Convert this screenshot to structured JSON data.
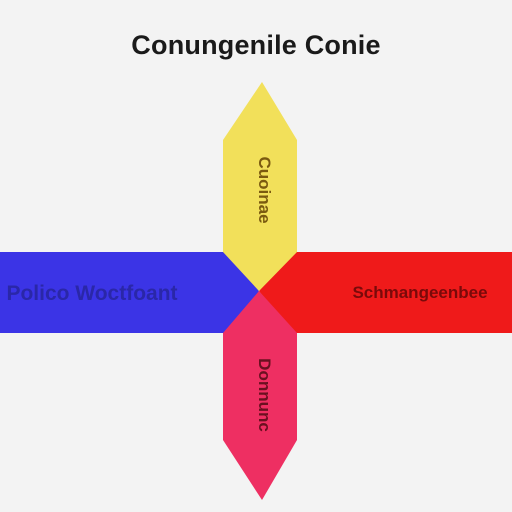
{
  "title": "Conungenile Conie",
  "arms": {
    "left": {
      "label": "Polico Woctfoant",
      "color": "#3b34e6",
      "text_color": "#2a27a8"
    },
    "right": {
      "label": "Schmangeenbee",
      "color": "#ef1a1a",
      "text_color": "#7a0a0a"
    },
    "top": {
      "label": "Cuoinae",
      "color": "#f2e05a",
      "text_color": "#7a5a10"
    },
    "bottom": {
      "label": "Donnunc",
      "color": "#ee2f62",
      "text_color": "#6a1020"
    }
  }
}
